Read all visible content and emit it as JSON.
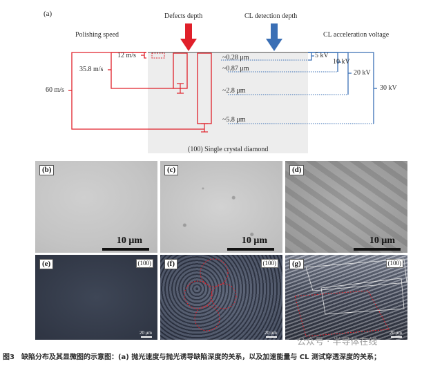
{
  "schematic": {
    "label": "(a)",
    "defects_depth": "Defects depth",
    "cl_depth": "CL detection depth",
    "polishing_speed": "Polishing speed",
    "cl_voltage": "CL acceleration voltage",
    "speeds": [
      "12 m/s",
      "35.8 m/s",
      "60 m/s"
    ],
    "depths": [
      "~0.28 μm",
      "~0.87 μm",
      "~2.8 μm",
      "~5.8 μm"
    ],
    "voltages": [
      "5 kV",
      "10 kV",
      "20 kV",
      "30 kV"
    ],
    "substrate": "(100) Single crystal diamond",
    "colors": {
      "defect": "#e0202a",
      "cl": "#3a6fb5",
      "substrate": "#ededed"
    }
  },
  "panels": {
    "b": {
      "label": "(b)",
      "scale": "10 μm"
    },
    "c": {
      "label": "(c)",
      "scale": "10 μm"
    },
    "d": {
      "label": "(d)",
      "scale": "10 μm"
    },
    "e": {
      "label": "(e)",
      "orient": "(100)",
      "scale": "20 μm"
    },
    "f": {
      "label": "(f)",
      "orient": "(100)",
      "scale": "20 μm"
    },
    "g": {
      "label": "(g)",
      "orient": "(100)",
      "scale": "20 μm"
    }
  },
  "caption": "图3　缺陷分布及其显微图的示意图：(a) 抛光速度与抛光诱导缺陷深度的关系，以及加速能量与 CL 测试穿透深度的关系；",
  "watermark": "公众号 · 半导体在线"
}
